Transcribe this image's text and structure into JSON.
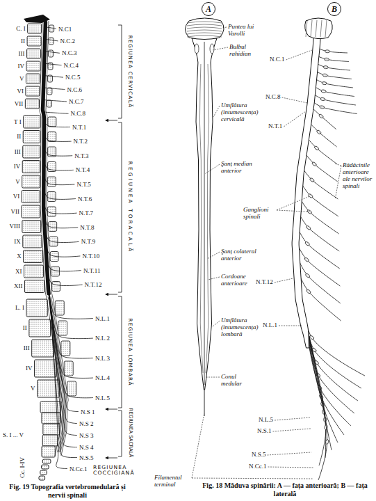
{
  "diagram": {
    "nodes": [
      {
        "text": [
          "A"
        ]
      },
      {
        "text": [
          "B"
        ]
      }
    ],
    "labels": [
      "C. I",
      "II",
      "III",
      "IV",
      "V",
      "VI",
      "VII",
      "T I",
      "II",
      "III",
      "IV",
      "V",
      "VI",
      "VII",
      "VIII",
      "IX",
      "X",
      "XI",
      "XII",
      "L. I",
      "II",
      "III",
      "IV",
      "V",
      "S. I ... V",
      "Cc. I-IV",
      "N.C1",
      "N.C.2",
      "N.C.3",
      "N.C.4",
      "N.C.5",
      "N.C.6",
      "N.C.7",
      "N.C.8",
      "N.T.1",
      "N.T.2",
      "N.T.3",
      "N.T.4",
      "N.T.5",
      "N.T.6",
      "N.T.7",
      "N.T.8",
      "N.T.9",
      "N.T.10",
      "N.T.11",
      "N.T.12",
      "N.L.1",
      "N.L.2",
      "N.L.3",
      "N.L.4",
      "N.L.5",
      "N.S 1",
      "N.S 2",
      "N.S 3",
      "N.S 4",
      "N.S.5",
      "N.Cc.1",
      "REGIUNEA CERVICALĂ",
      "REGIUNEA TORACALĂ",
      "REGIUNEA LOMBARĂ",
      "REGIUNEA SACRALĂ",
      "REGIUNEA COCCIGIANĂ",
      "Fig. 19 Topografia vertebromedulară și nervii spinali",
      "Puntea lui Varolli",
      "Bulbul rahidian",
      "Umflătura (intumescența) cervicală",
      "Şanț median anterior",
      "Şanț colateral anterior",
      "Cordoane anterioare",
      "Umflătura (intumescența) lombară",
      "Conul medular",
      "Filamentul terminal",
      "N.C.1",
      "N.C.8",
      "N.T.1",
      "Rădăcinile anterioare ale nervilor spinali",
      "Ganglioni spinali",
      "N.T.12",
      "N.L.1",
      "N.L.5",
      "N.S.1",
      "N.S.5",
      "N.Cc.1",
      "Fig. 18 Măduva spinării: A — fața anterioară; B — fața laterală"
    ]
  }
}
